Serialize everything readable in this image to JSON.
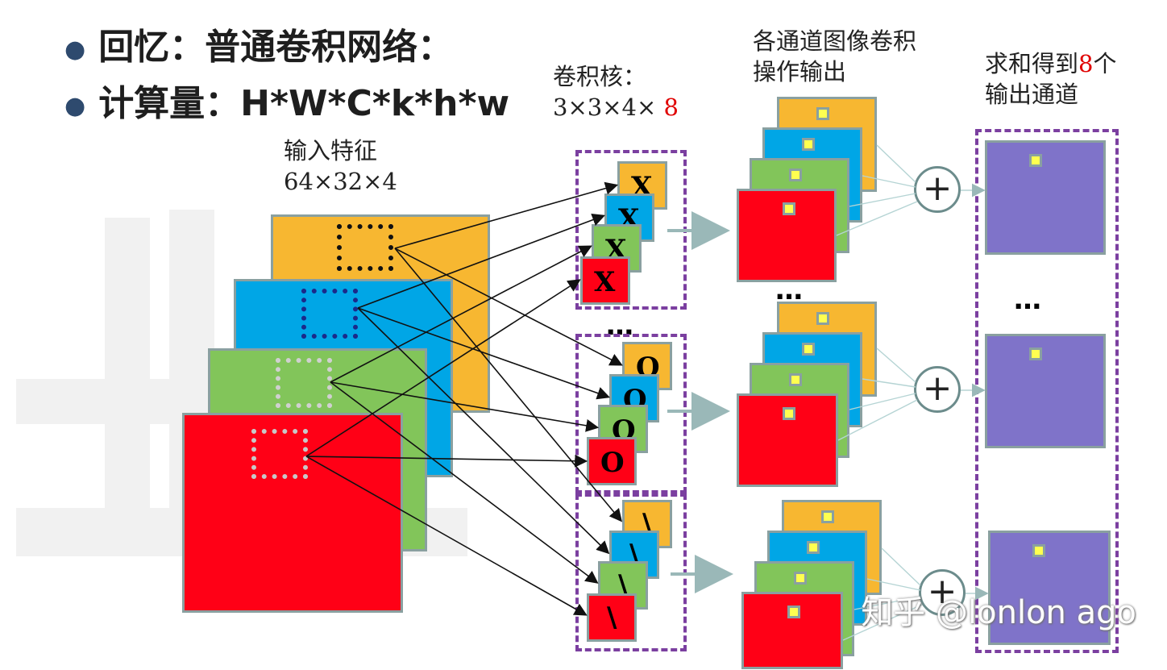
{
  "header": {
    "line1": "回忆：普通卷积网络：",
    "line2": "计算量：H*W*C*k*h*w"
  },
  "input": {
    "label_line1": "输入特征",
    "label_line2": "64×32×4"
  },
  "kernel": {
    "label_line1": "卷积核：",
    "label_line2_prefix": "3×3×4× ",
    "label_line2_count": "8",
    "glyphs": [
      "X",
      "O",
      "\\"
    ]
  },
  "channel_output": {
    "label_line1": "各通道图像卷积",
    "label_line2": "操作输出"
  },
  "sum_output": {
    "label_prefix": "求和得到",
    "label_count": "8",
    "label_suffix": "个",
    "label_line2": "输出通道"
  },
  "ellipsis": "…",
  "plus_symbol": "+",
  "watermark": "知乎 @lonlon ago",
  "colors": {
    "orange": "#f7b731",
    "blue": "#00a6e6",
    "green": "#82c55a",
    "red": "#ff0016",
    "purple": "#7f73c9",
    "dashed_frame": "#7b3fa0",
    "highlight_red": "#e00000"
  }
}
